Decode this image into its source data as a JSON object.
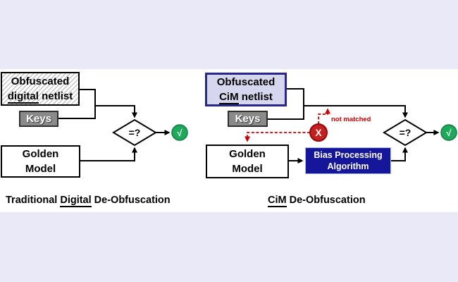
{
  "figure": {
    "colors": {
      "page_background": "#e9e9f7",
      "panel_background": "#ffffff",
      "navy_fill": "#16169b",
      "navy_border": "#28288c",
      "lavender_box": "#d6d6ee",
      "gray_box": "#8a8a8a",
      "green": "#1fa85c",
      "green_border": "#0d7d41",
      "red": "#cc0000",
      "red_circle": "#c51f1f",
      "red_circle_border": "#8c0c0c",
      "black": "#000000"
    },
    "left": {
      "netlist": {
        "line1": "Obfuscated",
        "line2_underlined": "digital",
        "line2_rest": " netlist"
      },
      "keys": "Keys",
      "golden": {
        "line1": "Golden",
        "line2": "Model"
      },
      "comparator": "=?",
      "pass": "√",
      "caption": {
        "pre": "Traditional ",
        "underlined": "Digital",
        "post": " De-Obfuscation"
      }
    },
    "right": {
      "netlist": {
        "line1": "Obfuscated",
        "line2_underlined": "CiM",
        "line2_rest": " netlist"
      },
      "keys": "Keys",
      "golden": {
        "line1": "Golden",
        "line2": "Model"
      },
      "bias": {
        "line1": "Bias Processing",
        "line2": "Algorithm"
      },
      "fail": "X",
      "fail_note": "not matched",
      "comparator": "=?",
      "pass": "√",
      "caption": {
        "pre": "",
        "underlined": "CiM",
        "post": " De-Obfuscation"
      }
    }
  }
}
